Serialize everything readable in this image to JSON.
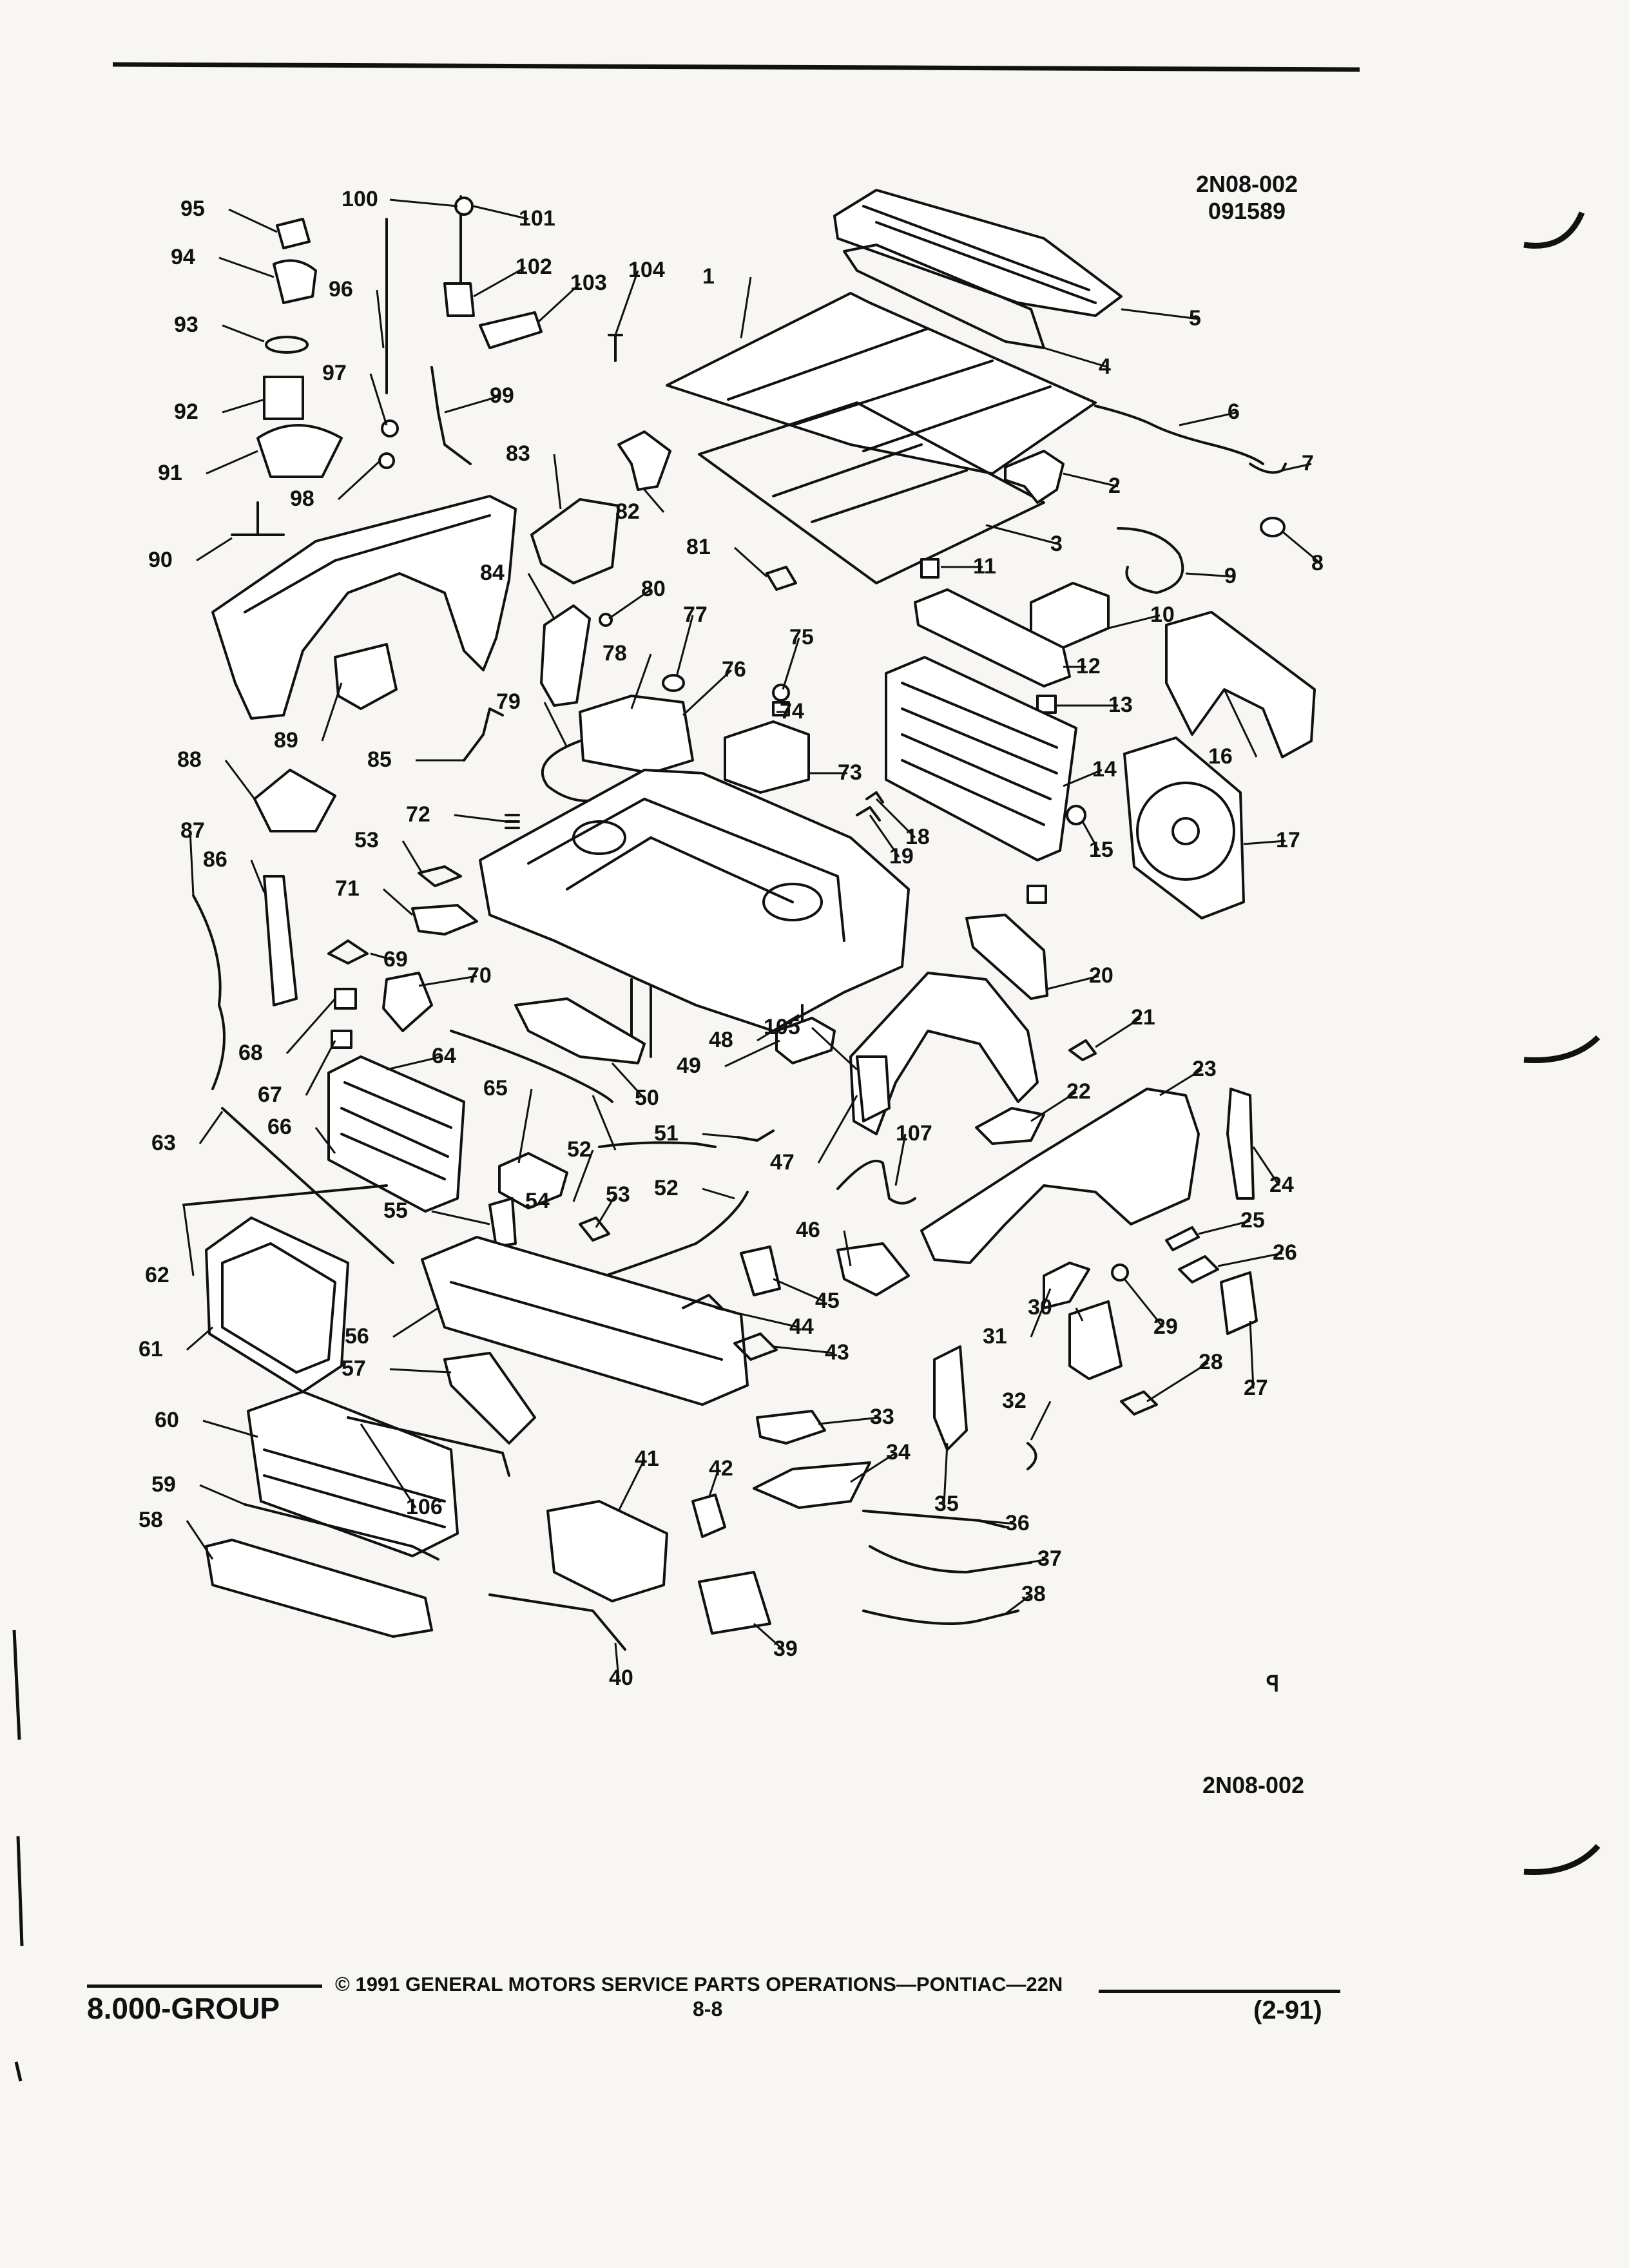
{
  "header": {
    "ref_code": "2N08-002",
    "date_code": "091589"
  },
  "figure_ref": "2N08-002",
  "footer": {
    "group": "8.000-GROUP",
    "copyright": "© 1991 GENERAL MOTORS SERVICE PARTS OPERATIONS—PONTIAC—22N",
    "page": "8-8",
    "revision": "(2-91)"
  },
  "parts": [
    {
      "id": "hood-panel",
      "number": "1"
    },
    {
      "id": "hood-hinge",
      "number": "2"
    },
    {
      "id": "hood-insulator",
      "number": "3"
    },
    {
      "id": "cowl-vent-panel",
      "number": "4"
    },
    {
      "id": "cowl-vent-grille",
      "number": "5"
    },
    {
      "id": "hood-seal",
      "number": "6"
    },
    {
      "id": "seal-end",
      "number": "7"
    },
    {
      "id": "clip-8",
      "number": "8"
    },
    {
      "id": "air-intake-hose",
      "number": "9"
    },
    {
      "id": "radiator-support-bracket",
      "number": "10"
    },
    {
      "id": "bumper-11",
      "number": "11"
    },
    {
      "id": "radiator-upper-mount",
      "number": "12"
    },
    {
      "id": "insulator-13",
      "number": "13"
    },
    {
      "id": "radiator",
      "number": "14"
    },
    {
      "id": "drain-cock",
      "number": "15"
    },
    {
      "id": "fan-shroud",
      "number": "16"
    },
    {
      "id": "cooling-fan",
      "number": "17"
    },
    {
      "id": "clip-18",
      "number": "18"
    },
    {
      "id": "clip-19",
      "number": "19"
    },
    {
      "id": "baffle-20",
      "number": "20"
    },
    {
      "id": "clip-21",
      "number": "21"
    },
    {
      "id": "bracket-22",
      "number": "22"
    },
    {
      "id": "front-fender-right",
      "number": "23"
    },
    {
      "id": "filler-24",
      "number": "24"
    },
    {
      "id": "emblem-25",
      "number": "25"
    },
    {
      "id": "lamp-26",
      "number": "26"
    },
    {
      "id": "lamp-housing-27",
      "number": "27"
    },
    {
      "id": "bracket-28",
      "number": "28"
    },
    {
      "id": "socket-29",
      "number": "29"
    },
    {
      "id": "bracket-30",
      "number": "30"
    },
    {
      "id": "side-marker-31",
      "number": "31"
    },
    {
      "id": "clip-32",
      "number": "32"
    },
    {
      "id": "deflector-33",
      "number": "33"
    },
    {
      "id": "deflector-34",
      "number": "34"
    },
    {
      "id": "baffle-35",
      "number": "35"
    },
    {
      "id": "molding-36",
      "number": "36"
    },
    {
      "id": "molding-37",
      "number": "37"
    },
    {
      "id": "molding-38",
      "number": "38"
    },
    {
      "id": "lamp-39",
      "number": "39"
    },
    {
      "id": "molding-40",
      "number": "40"
    },
    {
      "id": "lamp-housing-41",
      "number": "41"
    },
    {
      "id": "lamp-42",
      "number": "42"
    },
    {
      "id": "bracket-43",
      "number": "43"
    },
    {
      "id": "clip-44",
      "number": "44"
    },
    {
      "id": "horn",
      "number": "45"
    },
    {
      "id": "bracket-46",
      "number": "46"
    },
    {
      "id": "wheelhouse-panel",
      "number": "47"
    },
    {
      "id": "bolt-48",
      "number": "48"
    },
    {
      "id": "relay-49",
      "number": "49"
    },
    {
      "id": "rod-50",
      "number": "50"
    },
    {
      "id": "cable-51",
      "number": "51"
    },
    {
      "id": "cable-52",
      "number": "52"
    },
    {
      "id": "clip-53",
      "number": "53"
    },
    {
      "id": "cable-54",
      "number": "54"
    },
    {
      "id": "horn-55",
      "number": "55"
    },
    {
      "id": "impact-bar",
      "number": "56"
    },
    {
      "id": "bracket-57",
      "number": "57"
    },
    {
      "id": "spoiler-58",
      "number": "58"
    },
    {
      "id": "strip-59",
      "number": "59"
    },
    {
      "id": "front-fascia",
      "number": "60"
    },
    {
      "id": "grille",
      "number": "61"
    },
    {
      "id": "rod-62",
      "number": "62"
    },
    {
      "id": "hood-strut",
      "number": "63"
    },
    {
      "id": "condenser",
      "number": "64"
    },
    {
      "id": "module-65",
      "number": "65"
    },
    {
      "id": "bracket-66",
      "number": "66"
    },
    {
      "id": "clip-67",
      "number": "67"
    },
    {
      "id": "bracket-68",
      "number": "68"
    },
    {
      "id": "clip-69",
      "number": "69"
    },
    {
      "id": "bracket-70",
      "number": "70"
    },
    {
      "id": "cover-71",
      "number": "71"
    },
    {
      "id": "spring-72",
      "number": "72"
    },
    {
      "id": "reservoir-73",
      "number": "73"
    },
    {
      "id": "cap-74",
      "number": "74"
    },
    {
      "id": "cap-75",
      "number": "75"
    },
    {
      "id": "washer-reservoir",
      "number": "76"
    },
    {
      "id": "cap-77",
      "number": "77"
    },
    {
      "id": "pump-78",
      "number": "78"
    },
    {
      "id": "hose-79",
      "number": "79"
    },
    {
      "id": "screw-80",
      "number": "80"
    },
    {
      "id": "clip-81",
      "number": "81"
    },
    {
      "id": "hood-latch",
      "number": "82"
    },
    {
      "id": "bracket-83",
      "number": "83"
    },
    {
      "id": "shield-84",
      "number": "84"
    },
    {
      "id": "bracket-85",
      "number": "85"
    },
    {
      "id": "brace-86",
      "number": "86"
    },
    {
      "id": "release-cable",
      "number": "87"
    },
    {
      "id": "bracket-88",
      "number": "88"
    },
    {
      "id": "bracket-89",
      "number": "89"
    },
    {
      "id": "bracket-90",
      "number": "90"
    },
    {
      "id": "mount-91",
      "number": "91"
    },
    {
      "id": "canister-92",
      "number": "92"
    },
    {
      "id": "clamp-93",
      "number": "93"
    },
    {
      "id": "bracket-94",
      "number": "94"
    },
    {
      "id": "clip-95",
      "number": "95"
    },
    {
      "id": "hood-prop-rod",
      "number": "96"
    },
    {
      "id": "grommet-97",
      "number": "97"
    },
    {
      "id": "grommet-98",
      "number": "98"
    },
    {
      "id": "rod-99",
      "number": "99"
    },
    {
      "id": "rod-100",
      "number": "100"
    },
    {
      "id": "nut-101",
      "number": "101"
    },
    {
      "id": "bracket-102",
      "number": "102"
    },
    {
      "id": "bracket-103",
      "number": "103"
    },
    {
      "id": "bolt-104",
      "number": "104"
    },
    {
      "id": "bracket-105",
      "number": "105"
    },
    {
      "id": "bar-106",
      "number": "106"
    },
    {
      "id": "cable-107",
      "number": "107"
    },
    {
      "id": "fender-left",
      "number": ""
    },
    {
      "id": "engine-compartment-frame",
      "number": ""
    }
  ]
}
